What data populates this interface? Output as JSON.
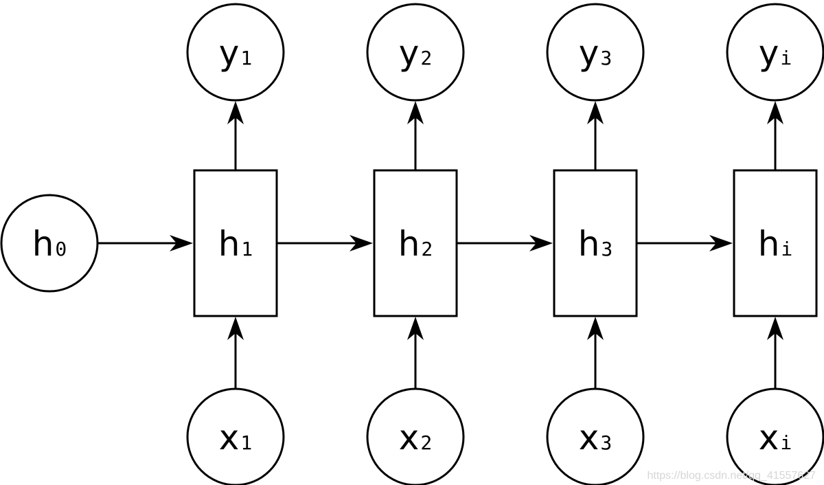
{
  "colors": {
    "stroke": "#000000",
    "fill": "#ffffff",
    "watermark": "#d6d6d6"
  },
  "diagram": {
    "initial": {
      "id": "h0",
      "main": "h",
      "sub": "0"
    },
    "steps": [
      {
        "h": {
          "main": "h",
          "sub": "1"
        },
        "x": {
          "main": "x",
          "sub": "1"
        },
        "y": {
          "main": "y",
          "sub": "1"
        }
      },
      {
        "h": {
          "main": "h",
          "sub": "2"
        },
        "x": {
          "main": "x",
          "sub": "2"
        },
        "y": {
          "main": "y",
          "sub": "2"
        }
      },
      {
        "h": {
          "main": "h",
          "sub": "3"
        },
        "x": {
          "main": "x",
          "sub": "3"
        },
        "y": {
          "main": "y",
          "sub": "3"
        }
      },
      {
        "h": {
          "main": "h",
          "sub": "i"
        },
        "x": {
          "main": "x",
          "sub": "i"
        },
        "y": {
          "main": "y",
          "sub": "i"
        }
      }
    ]
  },
  "watermark": "https://blog.csdn.net/qq_41557627"
}
